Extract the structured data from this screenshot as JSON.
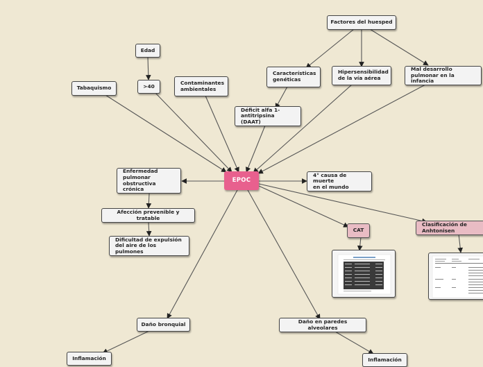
{
  "center": "EPOC",
  "factores_huesped": "Factores del huesped",
  "caracteristicas_geneticas": "Características\ngenéticas",
  "hipersensibilidad": "Hipersensibilidad\nde la vía aérea",
  "mal_desarrollo": "Mal desarrollo\npulmonar en la infancia",
  "daat": "Déficit alfa 1-\nantitripsina (DAAT)",
  "edad": "Edad",
  "mayor40": ">40",
  "tabaquismo": "Tabaquismo",
  "contaminantes": "Contaminantes\nambientales",
  "enfermedad": "Enfermedad\npulmonar\nobstructiva crónica",
  "afeccion": "Afección prevenible y tratable",
  "dificultad": "Dificultad de expulsión\ndel aire de los pulmones",
  "cuarta_causa": "4° causa de muerte\nen el mundo",
  "cat": "CAT",
  "clasificacion": "Clasificación de Anhtonisen",
  "dano_bronquial": "Daño bronquial",
  "dano_alveolar": "Daño en paredes alveolares",
  "inflamacion_1": "Inflamación",
  "inflamacion_2": "Inflamación",
  "colors": {
    "background": "#efe8d3",
    "center": "#e8608e",
    "highlight": "#e9bcc4",
    "node": "#f3f3f3"
  }
}
